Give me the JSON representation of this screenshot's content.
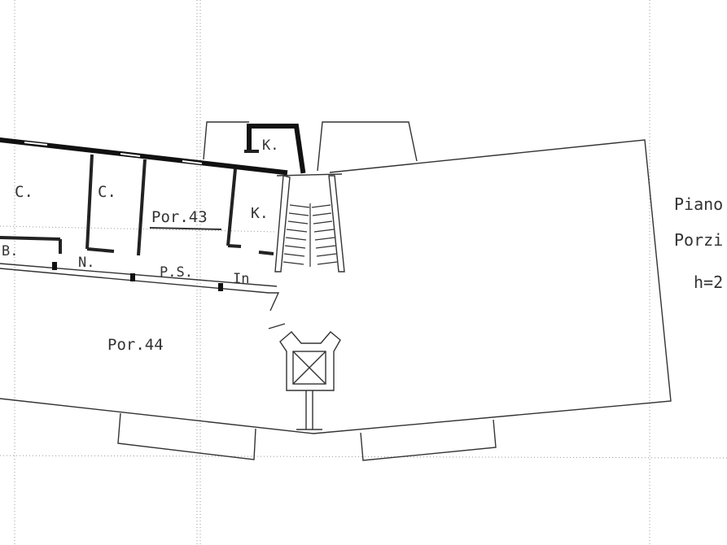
{
  "labels": {
    "c1": "C.",
    "c2": "C.",
    "por43": "Por.43",
    "k_top": "K.",
    "k_mid": "K.",
    "b": "B.",
    "n": "N.",
    "ps": "P.S.",
    "in": "In",
    "por44": "Por.44"
  },
  "legend": {
    "line1": "Piano",
    "line2": "Porzi",
    "line3": "h=2"
  }
}
